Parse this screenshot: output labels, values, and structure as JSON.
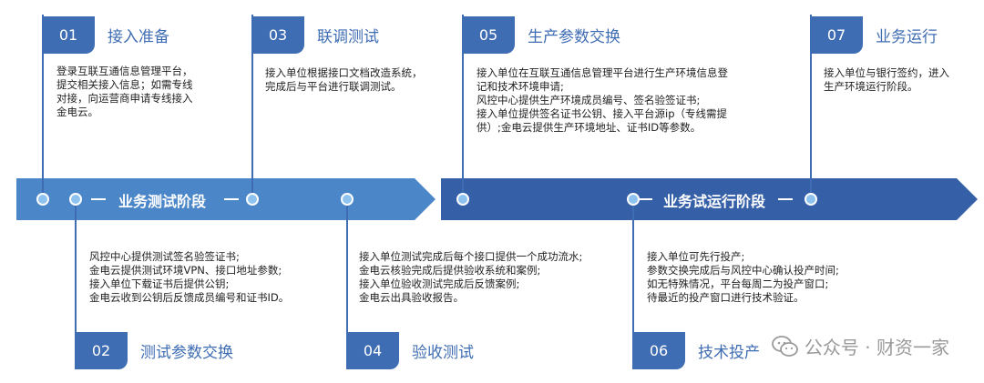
{
  "band_left": {
    "label": "业务测试阶段",
    "color": "#4b86c8"
  },
  "band_right": {
    "label": "业务试运行阶段",
    "color": "#3560a8"
  },
  "steps": [
    {
      "num": "01",
      "title": "接入准备",
      "lines": [
        "登录互联互通信息管理平台，",
        "提交相关接入信息；如需专线",
        "对接，向运营商申请专线接入",
        "金电云。"
      ]
    },
    {
      "num": "02",
      "title": "测试参数交换",
      "lines": [
        "风控中心提供测试签名验签证书;",
        "金电云提供测试环境VPN、接口地址参数;",
        "接入单位下载证书后提供公钥;",
        "金电云收到公钥后反馈成员编号和证书ID。"
      ]
    },
    {
      "num": "03",
      "title": "联调测试",
      "lines": [
        "接入单位根据接口文档改造系统，",
        "完成后与平台进行联调测试。"
      ]
    },
    {
      "num": "04",
      "title": "验收测试",
      "lines": [
        "接入单位测试完成后每个接口提供一个成功流水;",
        "金电云核验完成后提供验收系统和案例;",
        "接入单位验收测试完成后反馈案例;",
        "金电云出具验收报告。"
      ]
    },
    {
      "num": "05",
      "title": "生产参数交换",
      "lines": [
        "接入单位在互联互通信息管理平台进行生产环境信息登",
        "记和技术环境申请;",
        "风控中心提供生产环境成员编号、签名验签证书;",
        "接入单位提供签名证书公钥、接入平台源ip（专线需提",
        "供）;金电云提供生产环境地址、证书ID等参数。"
      ]
    },
    {
      "num": "06",
      "title": "技术投产",
      "lines": [
        "接入单位可先行投产;",
        "参数交换完成后与风控中心确认投产时间;",
        "如无特殊情况，平台每周二为投产窗口;",
        "待最近的投产窗口进行技术验证。"
      ]
    },
    {
      "num": "07",
      "title": "业务运行",
      "lines": [
        "接入单位与银行签约，进入",
        "生产环境运行阶段。"
      ]
    }
  ],
  "watermark": {
    "text": "公众号 · 财资一家",
    "icon": "wechat-icon"
  }
}
